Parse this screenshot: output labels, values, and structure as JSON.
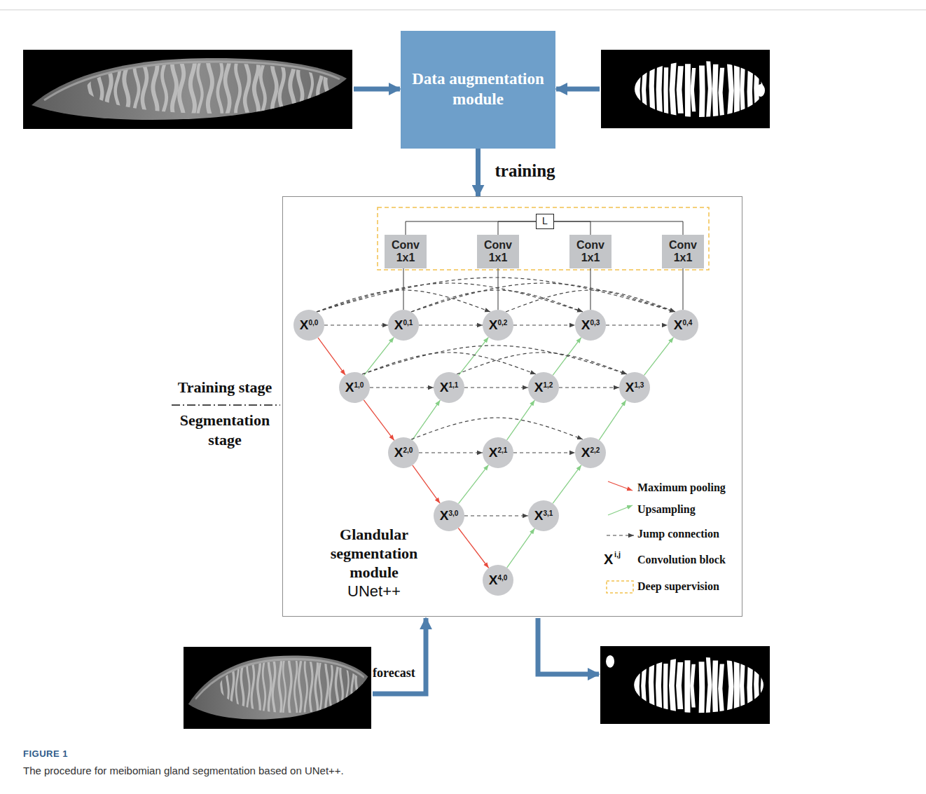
{
  "diagram": {
    "caption": "The procedure for meibomian gland segmentation based on UNet++.",
    "nodes": [
      {
        "text": [
          "Data augmentation module"
        ]
      },
      {
        "text": [
          "Glandular segmentation module",
          "UNet++"
        ]
      },
      {
        "text": [
          "L"
        ],
        "in": 1
      },
      {
        "text": [
          "Conv 1x1"
        ],
        "in": 1
      },
      {
        "text": [
          "Conv 1x1"
        ],
        "in": 1
      },
      {
        "text": [
          "Conv 1x1"
        ],
        "in": 1
      },
      {
        "text": [
          "Conv 1x1"
        ],
        "in": 1
      },
      {
        "text": [
          "X",
          "0,0"
        ],
        "in": 1
      },
      {
        "text": [
          "X",
          "0,1"
        ],
        "in": 1
      },
      {
        "text": [
          "X",
          "0,2"
        ],
        "in": 1
      },
      {
        "text": [
          "X",
          "0,3"
        ],
        "in": 1
      },
      {
        "text": [
          "X",
          "0,4"
        ],
        "in": 1
      },
      {
        "text": [
          "X",
          "1,0"
        ],
        "in": 1
      },
      {
        "text": [
          "X",
          "1,1"
        ],
        "in": 1
      },
      {
        "text": [
          "X",
          "1,2"
        ],
        "in": 1
      },
      {
        "text": [
          "X",
          "1,3"
        ],
        "in": 1
      },
      {
        "text": [
          "X",
          "2,0"
        ],
        "in": 1
      },
      {
        "text": [
          "X",
          "2,1"
        ],
        "in": 1
      },
      {
        "text": [
          "X",
          "2,2"
        ],
        "in": 1
      },
      {
        "text": [
          "X",
          "3,0"
        ],
        "in": 1
      },
      {
        "text": [
          "X",
          "3,1"
        ],
        "in": 1
      },
      {
        "text": [
          "X",
          "4,0"
        ],
        "in": 1
      }
    ],
    "edges": [
      {
        "from": 0,
        "to": 1,
        "arrow": "to",
        "label": "training"
      },
      {
        "from": 2,
        "to": 3,
        "arrow": "none"
      },
      {
        "from": 2,
        "to": 4,
        "arrow": "none"
      },
      {
        "from": 2,
        "to": 5,
        "arrow": "none"
      },
      {
        "from": 2,
        "to": 6,
        "arrow": "none"
      },
      {
        "from": 8,
        "to": 3,
        "arrow": "none"
      },
      {
        "from": 9,
        "to": 4,
        "arrow": "none"
      },
      {
        "from": 10,
        "to": 5,
        "arrow": "none"
      },
      {
        "from": 11,
        "to": 6,
        "arrow": "none"
      },
      {
        "from": 7,
        "to": 12,
        "arrow": "to"
      },
      {
        "from": 12,
        "to": 16,
        "arrow": "to"
      },
      {
        "from": 16,
        "to": 19,
        "arrow": "to"
      },
      {
        "from": 19,
        "to": 21,
        "arrow": "to"
      },
      {
        "from": 12,
        "to": 8,
        "arrow": "to"
      },
      {
        "from": 16,
        "to": 13,
        "arrow": "to"
      },
      {
        "from": 13,
        "to": 9,
        "arrow": "to"
      },
      {
        "from": 19,
        "to": 17,
        "arrow": "to"
      },
      {
        "from": 17,
        "to": 14,
        "arrow": "to"
      },
      {
        "from": 14,
        "to": 10,
        "arrow": "to"
      },
      {
        "from": 21,
        "to": 20,
        "arrow": "to"
      },
      {
        "from": 20,
        "to": 18,
        "arrow": "to"
      },
      {
        "from": 18,
        "to": 15,
        "arrow": "to"
      },
      {
        "from": 15,
        "to": 11,
        "arrow": "to"
      },
      {
        "from": 7,
        "to": 8,
        "arrow": "to"
      },
      {
        "from": 8,
        "to": 9,
        "arrow": "to"
      },
      {
        "from": 9,
        "to": 10,
        "arrow": "to"
      },
      {
        "from": 10,
        "to": 11,
        "arrow": "to"
      },
      {
        "from": 12,
        "to": 13,
        "arrow": "to"
      },
      {
        "from": 13,
        "to": 14,
        "arrow": "to"
      },
      {
        "from": 14,
        "to": 15,
        "arrow": "to"
      },
      {
        "from": 16,
        "to": 17,
        "arrow": "to"
      },
      {
        "from": 17,
        "to": 18,
        "arrow": "to"
      },
      {
        "from": 19,
        "to": 20,
        "arrow": "to"
      },
      {
        "from": 7,
        "to": 9,
        "arrow": "to"
      },
      {
        "from": 7,
        "to": 10,
        "arrow": "to"
      },
      {
        "from": 7,
        "to": 11,
        "arrow": "to"
      },
      {
        "from": 8,
        "to": 10,
        "arrow": "to"
      },
      {
        "from": 8,
        "to": 11,
        "arrow": "to"
      },
      {
        "from": 9,
        "to": 11,
        "arrow": "to"
      },
      {
        "from": 12,
        "to": 14,
        "arrow": "to"
      },
      {
        "from": 12,
        "to": 15,
        "arrow": "to"
      },
      {
        "from": 13,
        "to": 15,
        "arrow": "to"
      },
      {
        "from": 16,
        "to": 18,
        "arrow": "to"
      }
    ],
    "labels": [
      "Training stage",
      "Segmentation stage",
      "forecast",
      "X",
      "i,j",
      "FIGURE 1"
    ],
    "legend": [
      {
        "text": "Maximum pooling"
      },
      {
        "text": "Upsampling"
      },
      {
        "text": "Jump connection"
      },
      {
        "text": "Convolution block"
      },
      {
        "text": "Deep supervision"
      }
    ]
  }
}
